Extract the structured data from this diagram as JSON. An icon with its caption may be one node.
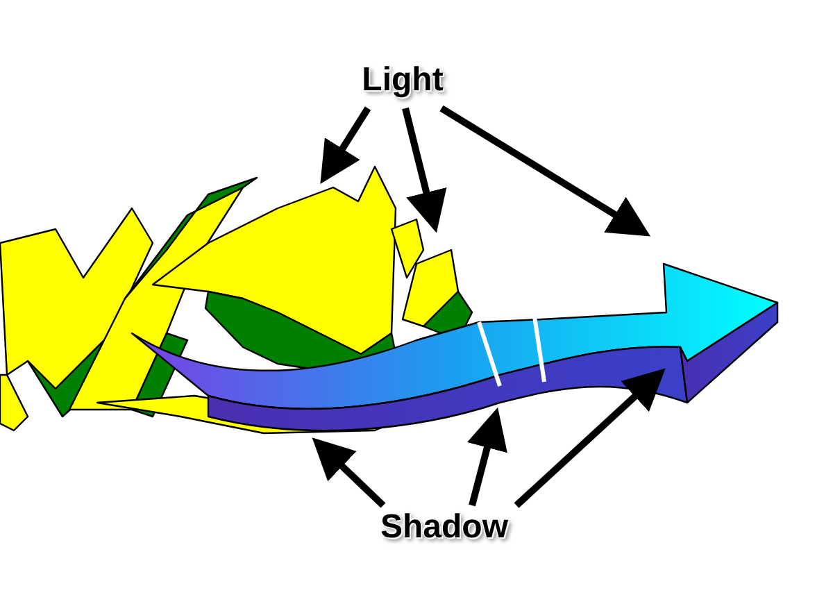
{
  "diagram": {
    "nodes": [
      {
        "text": [
          "Light"
        ]
      },
      {
        "text": [
          "Shadow"
        ]
      }
    ],
    "edges": [
      {
        "from": 0,
        "to": null,
        "arrow": "to"
      },
      {
        "from": 0,
        "to": null,
        "arrow": "to"
      },
      {
        "from": 0,
        "to": null,
        "arrow": "to"
      },
      {
        "from": 1,
        "to": null,
        "arrow": "to"
      },
      {
        "from": 1,
        "to": null,
        "arrow": "to"
      },
      {
        "from": 1,
        "to": null,
        "arrow": "to"
      }
    ]
  }
}
